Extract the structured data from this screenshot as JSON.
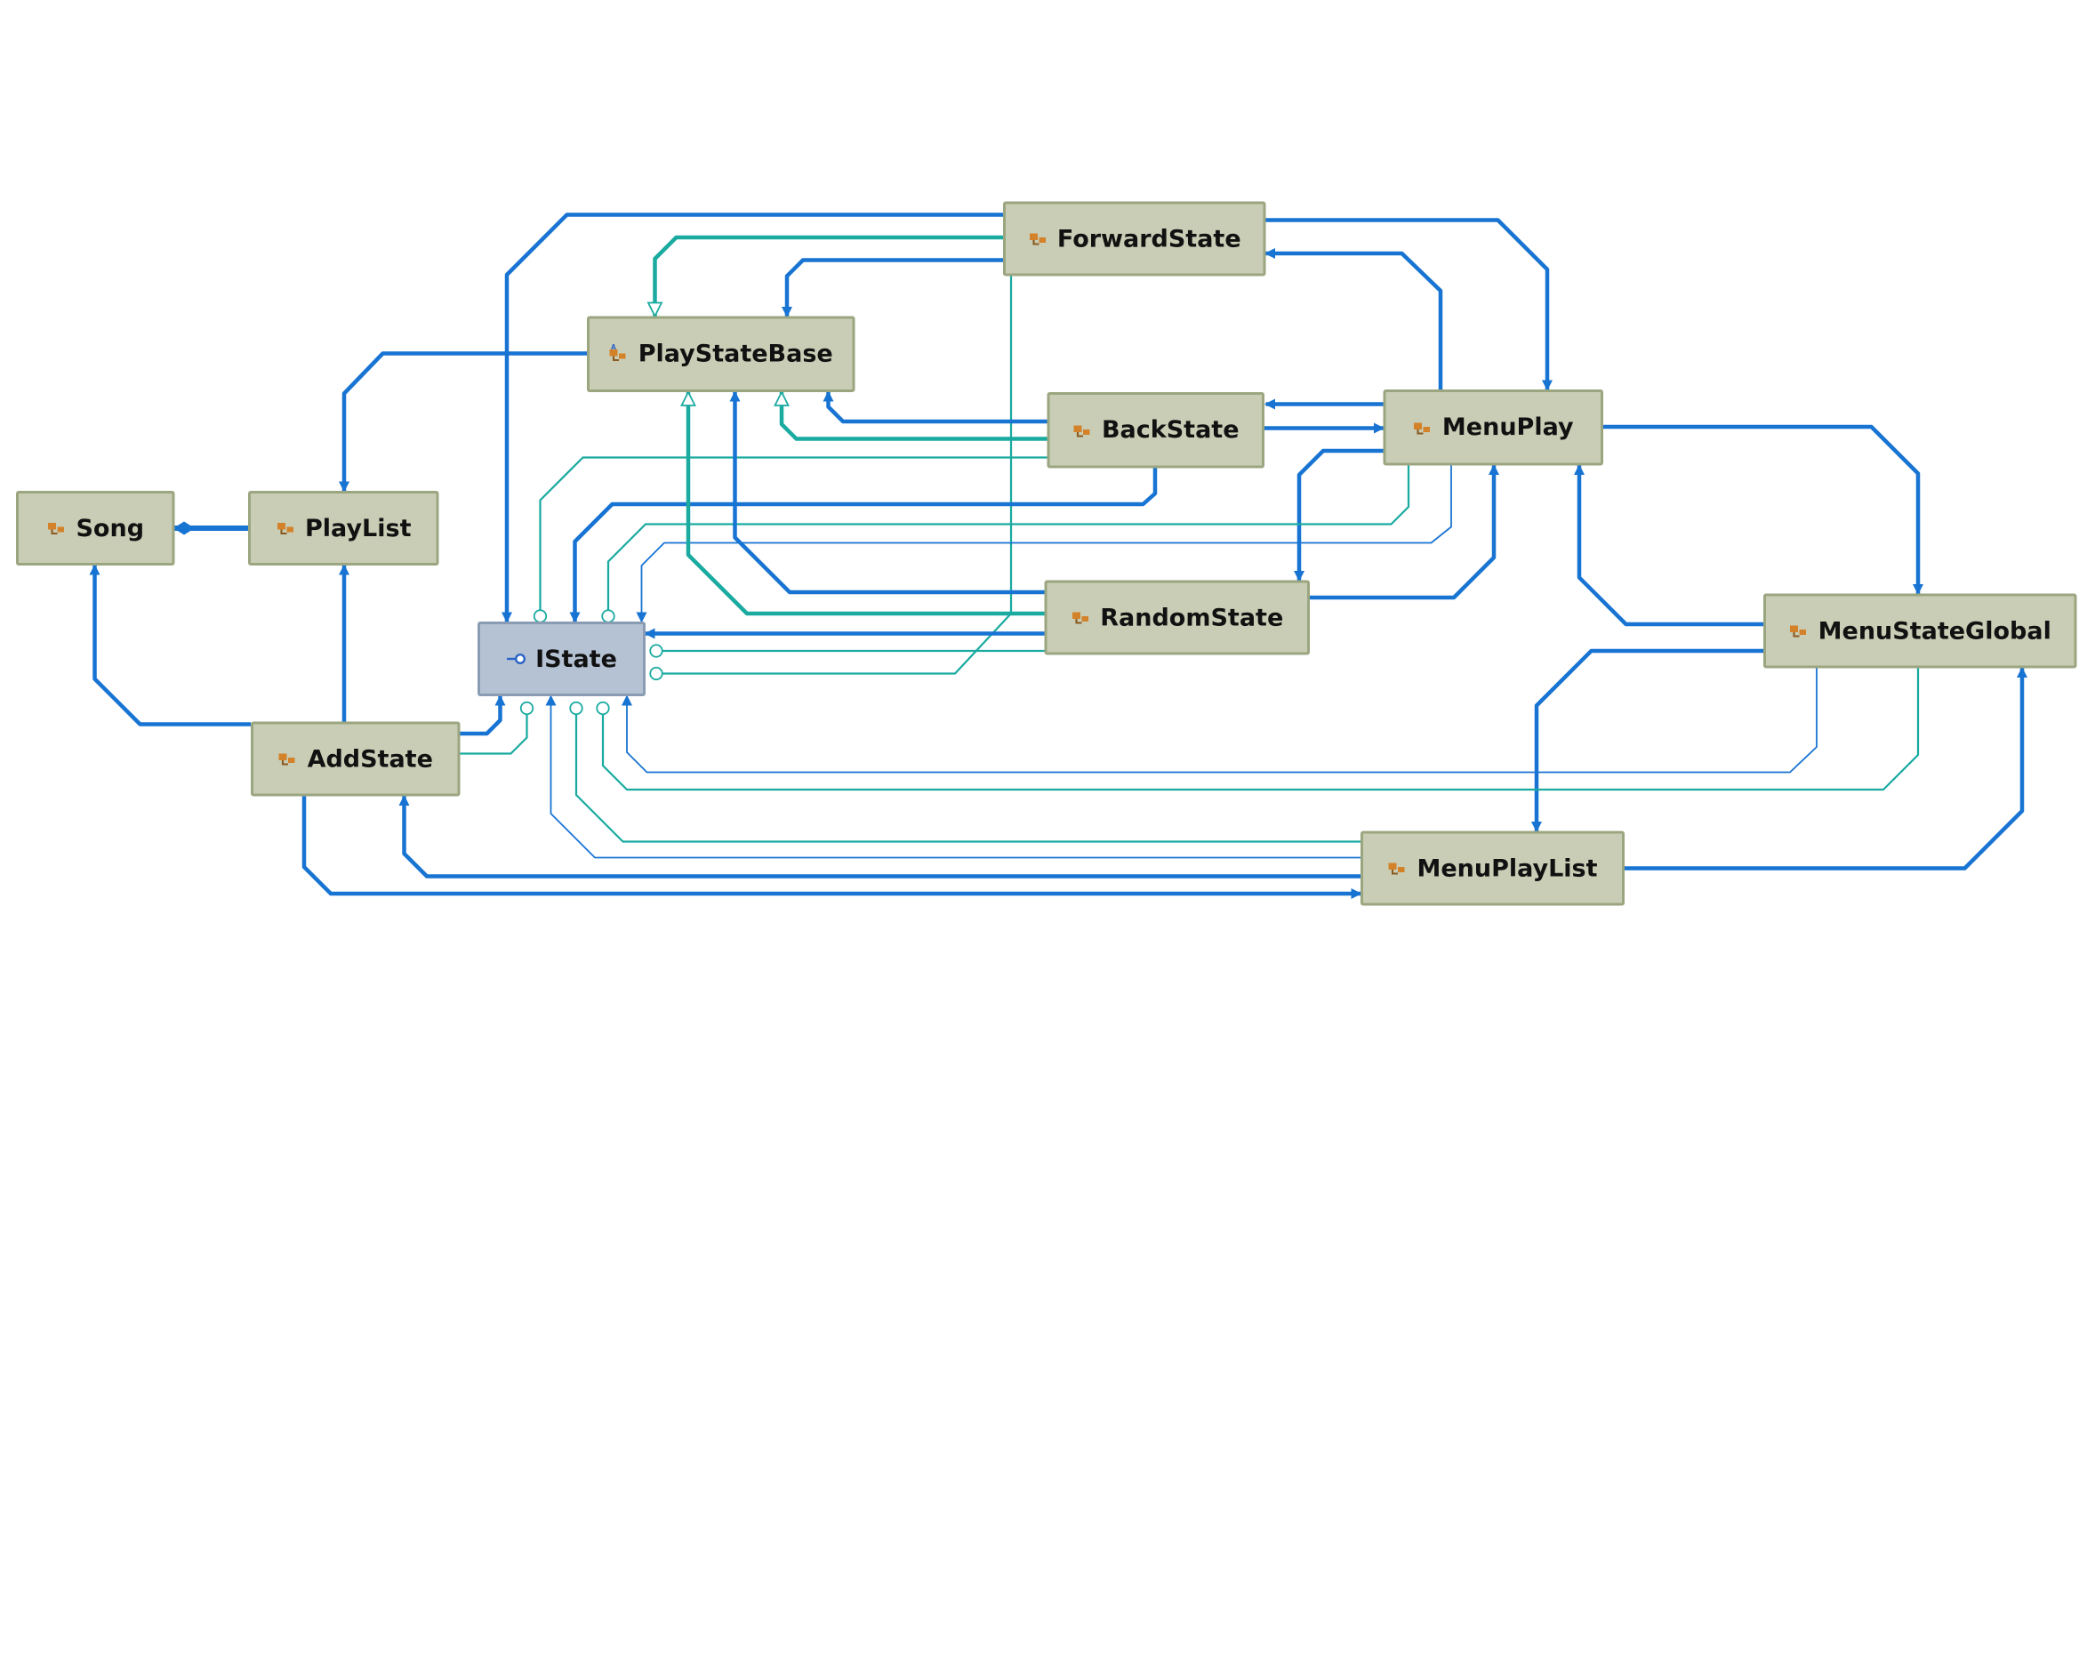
{
  "diagram": {
    "nodes": [
      {
        "id": "ForwardState",
        "label": "ForwardState",
        "kind": "class",
        "icon": "class-icon"
      },
      {
        "id": "PlayStateBase",
        "label": "PlayStateBase",
        "kind": "abstract-class",
        "icon": "abstract-class-icon"
      },
      {
        "id": "BackState",
        "label": "BackState",
        "kind": "class",
        "icon": "class-icon"
      },
      {
        "id": "MenuPlay",
        "label": "MenuPlay",
        "kind": "class",
        "icon": "class-icon"
      },
      {
        "id": "Song",
        "label": "Song",
        "kind": "class",
        "icon": "class-icon"
      },
      {
        "id": "PlayList",
        "label": "PlayList",
        "kind": "class",
        "icon": "class-icon"
      },
      {
        "id": "IState",
        "label": "IState",
        "kind": "interface",
        "icon": "interface-icon"
      },
      {
        "id": "RandomState",
        "label": "RandomState",
        "kind": "class",
        "icon": "class-icon"
      },
      {
        "id": "MenuStateGlobal",
        "label": "MenuStateGlobal",
        "kind": "class",
        "icon": "class-icon"
      },
      {
        "id": "AddState",
        "label": "AddState",
        "kind": "class",
        "icon": "class-icon"
      },
      {
        "id": "MenuPlayList",
        "label": "MenuPlayList",
        "kind": "class",
        "icon": "class-icon"
      }
    ],
    "edges": [
      {
        "from": "ForwardState",
        "to": "IState",
        "type": "association"
      },
      {
        "from": "ForwardState",
        "to": "PlayStateBase",
        "type": "inheritance"
      },
      {
        "from": "ForwardState",
        "to": "PlayStateBase",
        "type": "association"
      },
      {
        "from": "ForwardState",
        "to": "MenuPlay",
        "type": "association"
      },
      {
        "from": "ForwardState",
        "to": "IState",
        "type": "realization"
      },
      {
        "from": "MenuPlay",
        "to": "ForwardState",
        "type": "association"
      },
      {
        "from": "MenuPlay",
        "to": "BackState",
        "type": "association"
      },
      {
        "from": "BackState",
        "to": "MenuPlay",
        "type": "association"
      },
      {
        "from": "BackState",
        "to": "PlayStateBase",
        "type": "association"
      },
      {
        "from": "BackState",
        "to": "PlayStateBase",
        "type": "inheritance"
      },
      {
        "from": "BackState",
        "to": "IState",
        "type": "realization"
      },
      {
        "from": "BackState",
        "to": "IState",
        "type": "association"
      },
      {
        "from": "MenuPlay",
        "to": "RandomState",
        "type": "association"
      },
      {
        "from": "MenuPlay",
        "to": "IState",
        "type": "realization"
      },
      {
        "from": "MenuPlay",
        "to": "IState",
        "type": "dependency"
      },
      {
        "from": "MenuPlay",
        "to": "MenuStateGlobal",
        "type": "association"
      },
      {
        "from": "RandomState",
        "to": "MenuPlay",
        "type": "association"
      },
      {
        "from": "RandomState",
        "to": "PlayStateBase",
        "type": "inheritance"
      },
      {
        "from": "RandomState",
        "to": "PlayStateBase",
        "type": "association"
      },
      {
        "from": "RandomState",
        "to": "IState",
        "type": "realization"
      },
      {
        "from": "RandomState",
        "to": "IState",
        "type": "association"
      },
      {
        "from": "PlayStateBase",
        "to": "PlayList",
        "type": "association"
      },
      {
        "from": "PlayList",
        "to": "Song",
        "type": "aggregation"
      },
      {
        "from": "AddState",
        "to": "Song",
        "type": "association"
      },
      {
        "from": "AddState",
        "to": "PlayList",
        "type": "association"
      },
      {
        "from": "AddState",
        "to": "IState",
        "type": "association"
      },
      {
        "from": "AddState",
        "to": "IState",
        "type": "realization"
      },
      {
        "from": "AddState",
        "to": "MenuPlayList",
        "type": "association"
      },
      {
        "from": "MenuPlayList",
        "to": "AddState",
        "type": "association"
      },
      {
        "from": "MenuPlayList",
        "to": "IState",
        "type": "realization"
      },
      {
        "from": "MenuPlayList",
        "to": "IState",
        "type": "dependency"
      },
      {
        "from": "MenuPlayList",
        "to": "MenuStateGlobal",
        "type": "association"
      },
      {
        "from": "MenuStateGlobal",
        "to": "MenuPlay",
        "type": "association"
      },
      {
        "from": "MenuStateGlobal",
        "to": "MenuPlayList",
        "type": "association"
      },
      {
        "from": "MenuStateGlobal",
        "to": "IState",
        "type": "dependency"
      },
      {
        "from": "MenuStateGlobal",
        "to": "IState",
        "type": "realization"
      }
    ]
  },
  "colors": {
    "association": "#1874d2",
    "realization": "#1aaaa0",
    "node_fill": "#c9cdb5",
    "node_border": "#9ba680",
    "interface_fill": "#b4c2d3",
    "interface_border": "#8a9cb3",
    "icon_orange": "#d3822a",
    "icon_blue": "#2a64c8"
  }
}
